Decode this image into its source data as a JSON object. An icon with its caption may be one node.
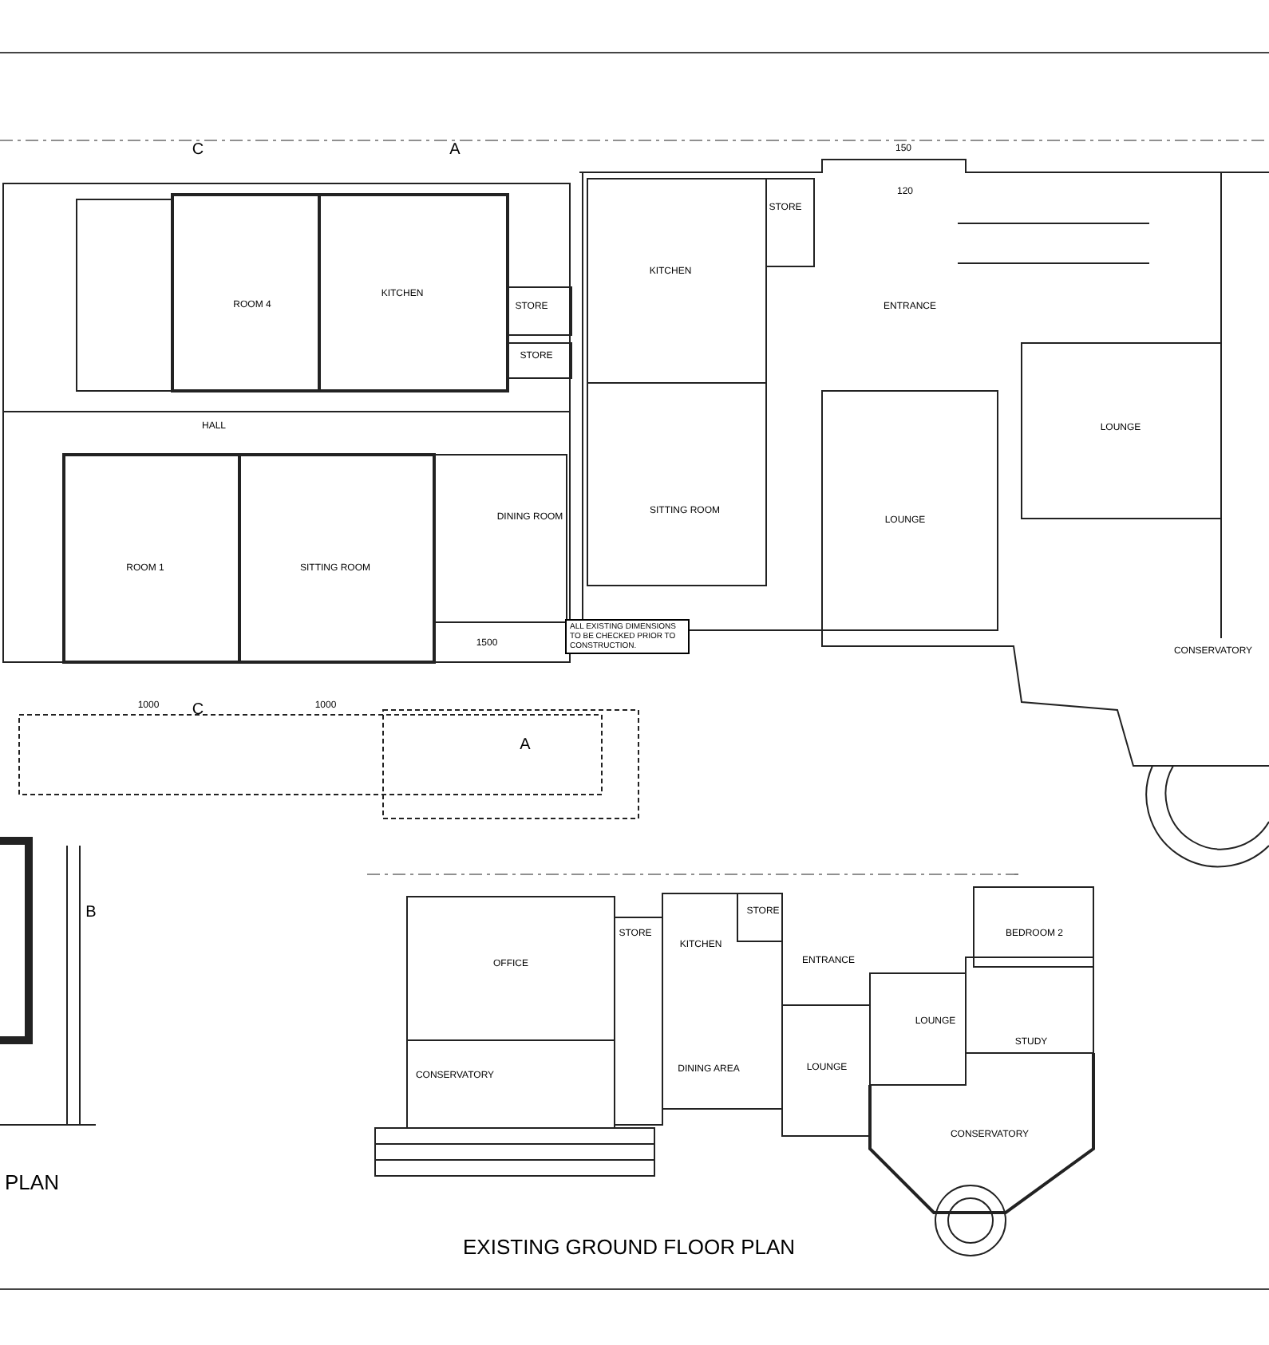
{
  "diagram": {
    "title": "EXISTING GROUND FLOOR PLAN",
    "labels": [
      "C",
      "A",
      "STORE",
      "150",
      "120",
      "ROOM 4",
      "KITCHEN",
      "KITCHEN",
      "STORE",
      "ENTRANCE",
      "STORE",
      "HALL",
      "LOUNGE",
      "DINING ROOM",
      "ROOM 1",
      "SITTING ROOM",
      "SITTING ROOM",
      "LOUNGE",
      "ALL EXISTING DIMENSIONS TO BE CHECKED PRIOR TO CONSTRUCTION.",
      "CONSERVATORY",
      "1000",
      "1000",
      "1500",
      "C",
      "A",
      "B",
      "STORE",
      "KITCHEN",
      "STORE",
      "OFFICE",
      "ENTRANCE",
      "BEDROOM 2",
      "LOUNGE",
      "STUDY",
      "CONSERVATORY",
      "DINING AREA",
      "LOUNGE",
      "CONSERVATORY",
      "PLAN"
    ]
  }
}
